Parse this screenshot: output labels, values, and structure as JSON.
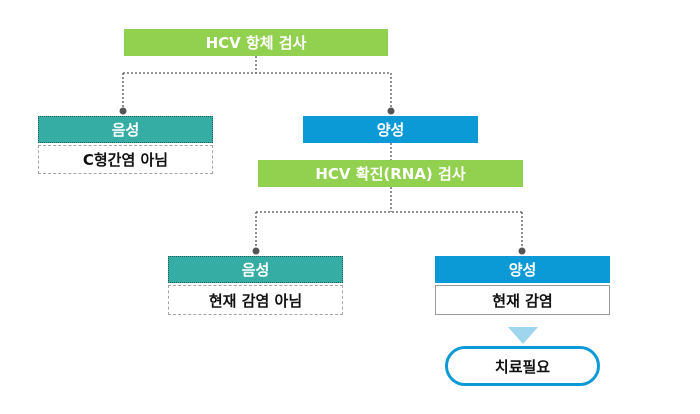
{
  "flowchart": {
    "hcv_antibody_test": "HCV 항체 검사",
    "antibody_negative": "음성",
    "not_hepatitis_c": "C형간염 아님",
    "antibody_positive": "양성",
    "hcv_rna_test": "HCV 확진(RNA) 검사",
    "rna_negative": "음성",
    "no_current_infection": "현재 감염 아님",
    "rna_positive": "양성",
    "current_infection": "현재 감염",
    "treatment_needed": "치료필요"
  },
  "colors": {
    "test_box": "#92d050",
    "negative_box": "#35ada4",
    "positive_box": "#0b9ad6",
    "connector": "#555555"
  }
}
